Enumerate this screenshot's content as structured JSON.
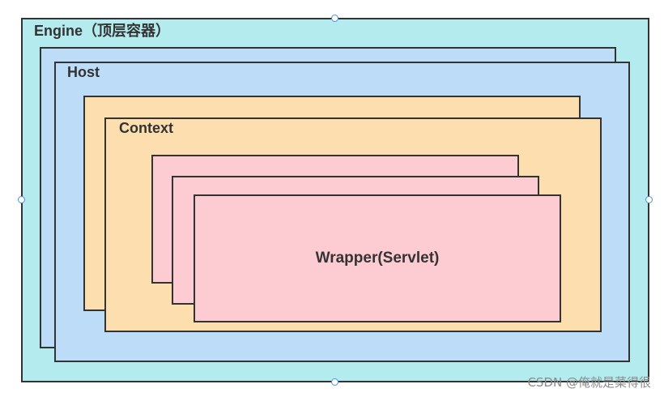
{
  "diagram": {
    "engine_label": "Engine（顶层容器）",
    "host_label": "Host",
    "context_label": "Context",
    "wrapper_label": "Wrapper(Servlet)"
  },
  "watermark": "CSDN @俺就是菜得很",
  "colors": {
    "engine_fill": "#b4ebee",
    "host_fill": "#bcdcf7",
    "context_fill": "#fddeaf",
    "wrapper_fill": "#fdcbd2",
    "border": "#333333",
    "handle_border": "#4a90e2"
  }
}
